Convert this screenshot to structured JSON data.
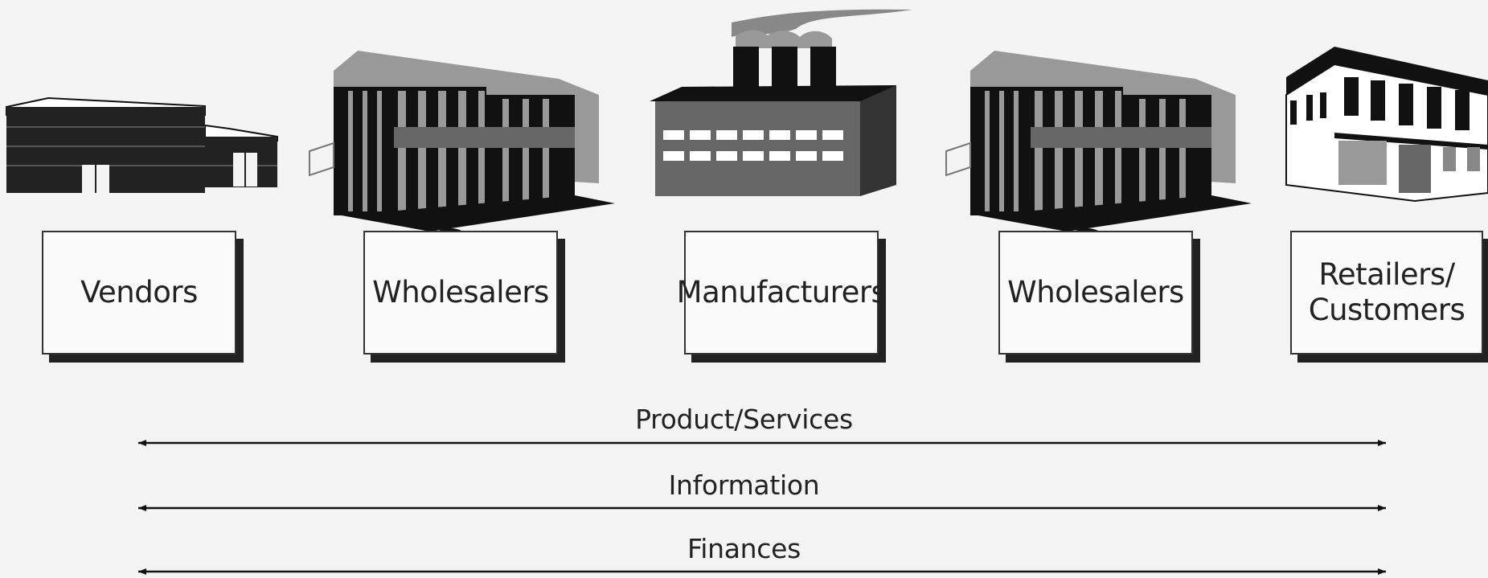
{
  "nodes": [
    {
      "id": "vendors",
      "label": "Vendors",
      "icon": "warehouse-icon"
    },
    {
      "id": "wholesalers-1",
      "label": "Wholesalers",
      "icon": "office-building-icon"
    },
    {
      "id": "manufacturers",
      "label": "Manufacturers",
      "icon": "factory-icon"
    },
    {
      "id": "wholesalers-2",
      "label": "Wholesalers",
      "icon": "office-building-icon"
    },
    {
      "id": "retailers",
      "label": "Retailers/\nCustomers",
      "icon": "storefront-icon"
    }
  ],
  "flows": [
    {
      "label": "Product/Services",
      "direction": "bidirectional"
    },
    {
      "label": "Information",
      "direction": "bidirectional"
    },
    {
      "label": "Finances",
      "direction": "bidirectional"
    }
  ],
  "colors": {
    "background": "#f4f4f4",
    "ink": "#111111",
    "gray": "#777777",
    "light-gray": "#9a9a9a"
  }
}
